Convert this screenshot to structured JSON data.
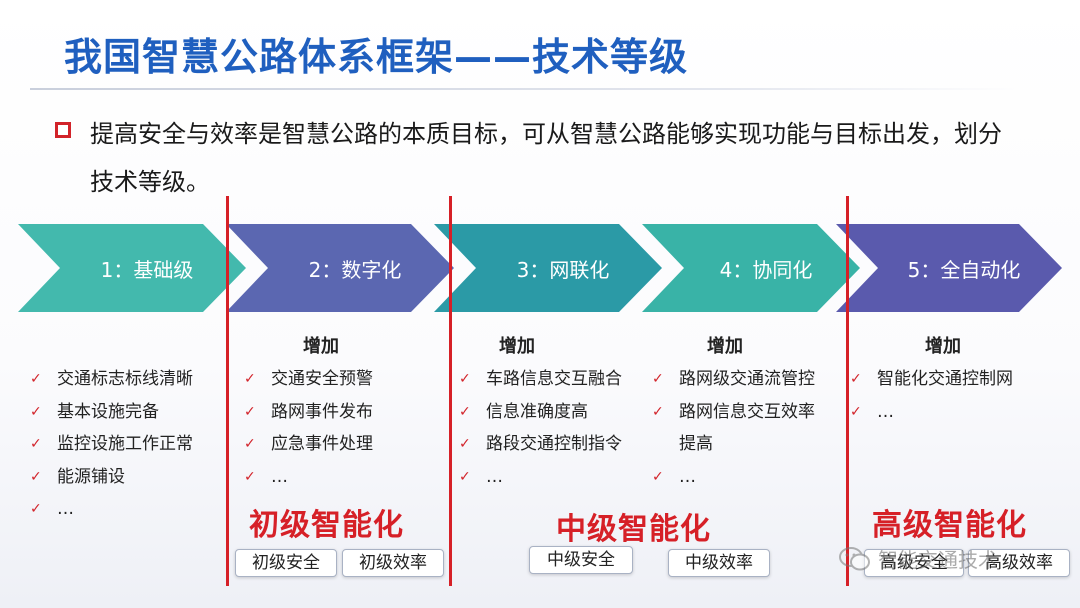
{
  "title": "我国智慧公路体系框架——技术等级",
  "intro": "提高安全与效率是智慧公路的本质目标，可从智慧公路能够实现功能与目标出发，划分技术等级。",
  "colors": {
    "title": "#1f5fbf",
    "accent_red": "#d62027",
    "stage1": "#43b9ad",
    "stage2": "#5b67b1",
    "stage3": "#2b9aa6",
    "stage4": "#39b3a7",
    "stage5": "#5a5aad"
  },
  "stages": [
    {
      "label": "1：基础级",
      "add_label": "",
      "items": [
        "交通标志标线清晰",
        "基本设施完备",
        "监控设施工作正常",
        "能源铺设",
        "…"
      ]
    },
    {
      "label": "2：数字化",
      "add_label": "增加",
      "items": [
        "交通安全预警",
        "路网事件发布",
        "应急事件处理",
        "…"
      ]
    },
    {
      "label": "3：网联化",
      "add_label": "增加",
      "items": [
        "车路信息交互融合",
        "信息准确度高",
        "路段交通控制指令",
        "…"
      ]
    },
    {
      "label": "4：协同化",
      "add_label": "增加",
      "items": [
        "路网级交通流管控",
        "路网信息交互效率",
        "提高",
        "…"
      ]
    },
    {
      "label": "5：全自动化",
      "add_label": "增加",
      "items": [
        "智能化交通控制网",
        "…"
      ]
    }
  ],
  "levels": [
    {
      "label": "初级智能化",
      "tags": [
        "初级安全",
        "初级效率"
      ]
    },
    {
      "label": "中级智能化",
      "tags": [
        "中级安全",
        "中级效率"
      ]
    },
    {
      "label": "高级智能化",
      "tags": [
        "高级安全",
        "高级效率"
      ]
    }
  ],
  "watermark": {
    "icon": "wechat-icon",
    "text": "智能交通技术"
  }
}
